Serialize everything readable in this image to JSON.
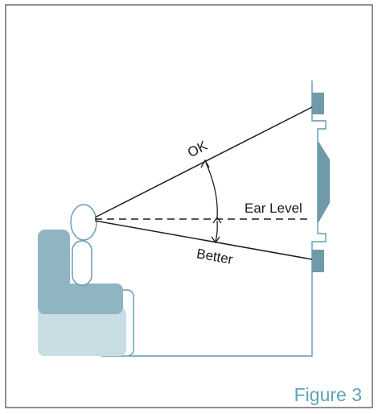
{
  "diagram": {
    "labels": {
      "ok": "OK",
      "ear_level": "Ear Level",
      "better": "Better"
    },
    "caption": "Figure 3",
    "colors": {
      "frame": "#555555",
      "line": "#1f1f1f",
      "chair_back": "#8fb4c2",
      "chair_seat_top": "#8fb4c2",
      "chair_seat_base": "#c9dde4",
      "outline_teal": "#5f9bb0",
      "speaker": "#6f9aa8",
      "caption": "#5fa3b8"
    }
  }
}
